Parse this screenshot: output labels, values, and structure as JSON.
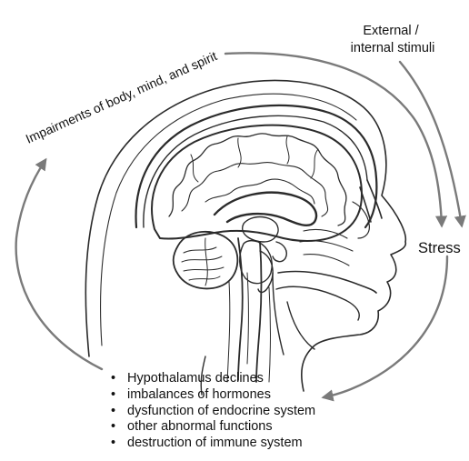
{
  "labels": {
    "impairments": "Impairments of body, mind, and spirit",
    "stimuli_line1": "External /",
    "stimuli_line2": "internal stimuli",
    "stress": "Stress"
  },
  "effects": [
    "Hypothalamus declines",
    "imbalances of hormones",
    "dysfunction of endocrine system",
    "other abnormal functions",
    "destruction of immune system"
  ],
  "colors": {
    "arrow": "#7a7a7a",
    "line_art": "#2b2b2b",
    "text": "#111111"
  }
}
